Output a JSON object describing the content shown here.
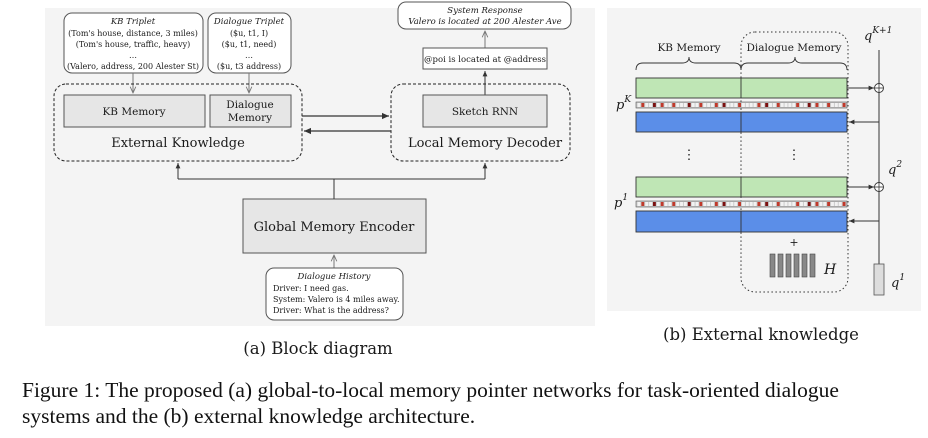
{
  "kb_triplet": {
    "title": "KB Triplet",
    "lines": [
      "(Tom's house, distance, 3 miles)",
      "(Tom's house, traffic, heavy)",
      "…",
      "(Valero, address, 200 Alester St)"
    ]
  },
  "dialogue_triplet": {
    "title": "Dialogue Triplet",
    "lines": [
      "($u, t1, I)",
      "($u, t1, need)",
      "…",
      "($u, t3 address)"
    ]
  },
  "system_response": {
    "title": "System Response",
    "text": "Valero is located at 200 Alester Ave"
  },
  "sketch_output": "@poi is located at @address",
  "kb_memory_box": "KB Memory",
  "dialogue_memory_box": [
    "Dialogue",
    "Memory"
  ],
  "external_knowledge_label": "External Knowledge",
  "sketch_rnn": "Sketch RNN",
  "local_decoder_label": "Local Memory Decoder",
  "global_encoder": "Global Memory Encoder",
  "dialogue_history": {
    "title": "Dialogue History",
    "lines": [
      "Driver: I need gas.",
      "System: Valero is 4 miles away.",
      "Driver: What is the address?"
    ]
  },
  "subcaption_a": "(a) Block diagram",
  "ext": {
    "kb_memory": "KB Memory",
    "dialogue_memory": "Dialogue Memory",
    "pK": "p",
    "pK_sup": "K",
    "p1": "p",
    "p1_sup": "1",
    "qK1": "q",
    "qK1_sup": "K+1",
    "q2": "q",
    "q2_sup": "2",
    "q1": "q",
    "q1_sup": "1",
    "H": "H",
    "vdots": "⋮",
    "plus": "+"
  },
  "subcaption_b": "(b) External knowledge",
  "figure_caption": {
    "line1": "Figure 1:  The proposed (a) global-to-local memory pointer networks for task-oriented dialogue",
    "line2": "systems and the (b) external knowledge architecture."
  },
  "colors": {
    "green": "#bfe6b5",
    "blue": "#5b8ee8",
    "box_gray": "#e6e6e6",
    "red": "#c0392b",
    "dark_red": "#7b1010"
  }
}
